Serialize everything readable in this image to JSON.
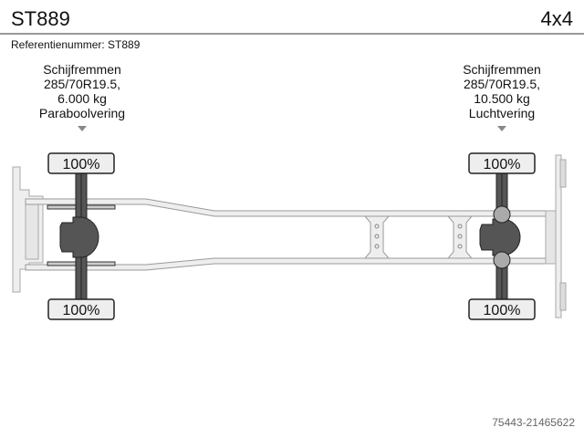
{
  "header": {
    "title": "ST889",
    "configuration": "4x4"
  },
  "reference": "Referentienummer: ST889",
  "axles": [
    {
      "brakes": "Schijfremmen",
      "tyres": "285/70R19.5,",
      "load": "6.000 kg",
      "suspension": "Paraboolvering",
      "tyre_top": "100%",
      "tyre_bottom": "100%"
    },
    {
      "brakes": "Schijfremmen",
      "tyres": "285/70R19.5,",
      "load": "10.500 kg",
      "suspension": "Luchtvering",
      "tyre_top": "100%",
      "tyre_bottom": "100%"
    }
  ],
  "footer": {
    "listing_id": "75443-21465622"
  }
}
